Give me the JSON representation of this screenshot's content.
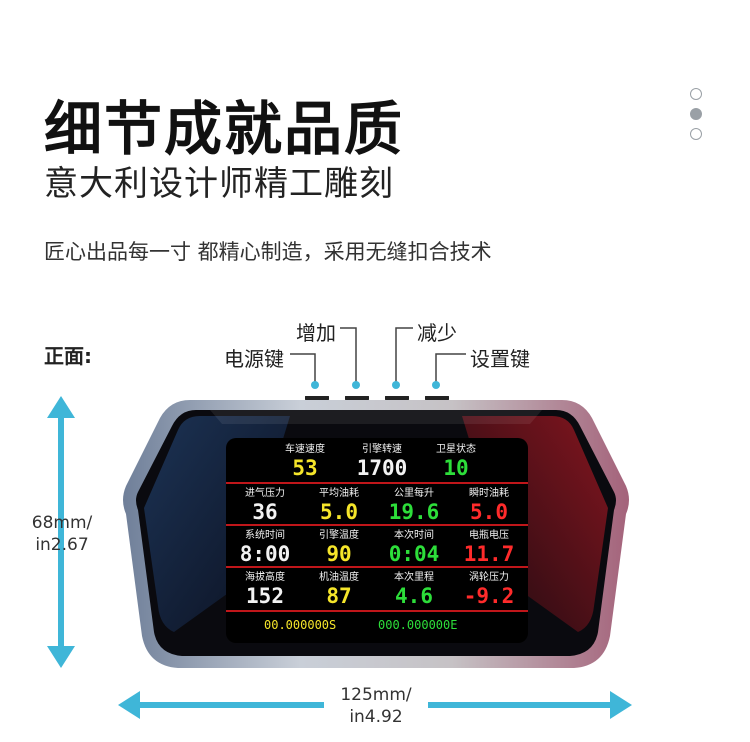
{
  "header": {
    "title": "细节成就品质",
    "subtitle": "意大利设计师精工雕刻",
    "description": "匠心出品每一寸 都精心制造，采用无缝扣合技术"
  },
  "pager": {
    "count": 3,
    "active_index": 1
  },
  "diagram": {
    "front_label": "正面:",
    "buttons": {
      "power": "电源键",
      "increase": "增加",
      "decrease": "减少",
      "settings": "设置键"
    },
    "height_dim": {
      "metric": "68mm/",
      "imperial": "in2.67"
    },
    "width_dim": {
      "metric": "125mm/",
      "imperial": "in4.92"
    }
  },
  "colors": {
    "yellow": "#f5e52a",
    "white": "#f2f2f2",
    "green": "#2dde3a",
    "red": "#ff2b2b",
    "accent_blue": "#3fb6d8"
  },
  "screen": {
    "rows": [
      [
        {
          "label": "车速速度",
          "value": "53",
          "color": "yellow"
        },
        {
          "label": "引擎转速",
          "value": "1700",
          "color": "white"
        },
        {
          "label": "卫星状态",
          "value": "10",
          "color": "green"
        }
      ],
      [
        {
          "label": "进气压力",
          "value": "36",
          "color": "white"
        },
        {
          "label": "平均油耗",
          "value": "5.0",
          "color": "yellow"
        },
        {
          "label": "公里每升",
          "value": "19.6",
          "color": "green"
        },
        {
          "label": "瞬时油耗",
          "value": "5.0",
          "color": "red"
        }
      ],
      [
        {
          "label": "系统时间",
          "value": "8:00",
          "color": "white"
        },
        {
          "label": "引擎温度",
          "value": "90",
          "color": "yellow"
        },
        {
          "label": "本次时间",
          "value": "0:04",
          "color": "green"
        },
        {
          "label": "电瓶电压",
          "value": "11.7",
          "color": "red"
        }
      ],
      [
        {
          "label": "海拔高度",
          "value": "152",
          "color": "white"
        },
        {
          "label": "机油温度",
          "value": "87",
          "color": "yellow"
        },
        {
          "label": "本次里程",
          "value": "4.6",
          "color": "green"
        },
        {
          "label": "涡轮压力",
          "value": "-9.2",
          "color": "red"
        }
      ]
    ],
    "footer": {
      "left": "00.000000S",
      "right": "000.000000E"
    }
  }
}
